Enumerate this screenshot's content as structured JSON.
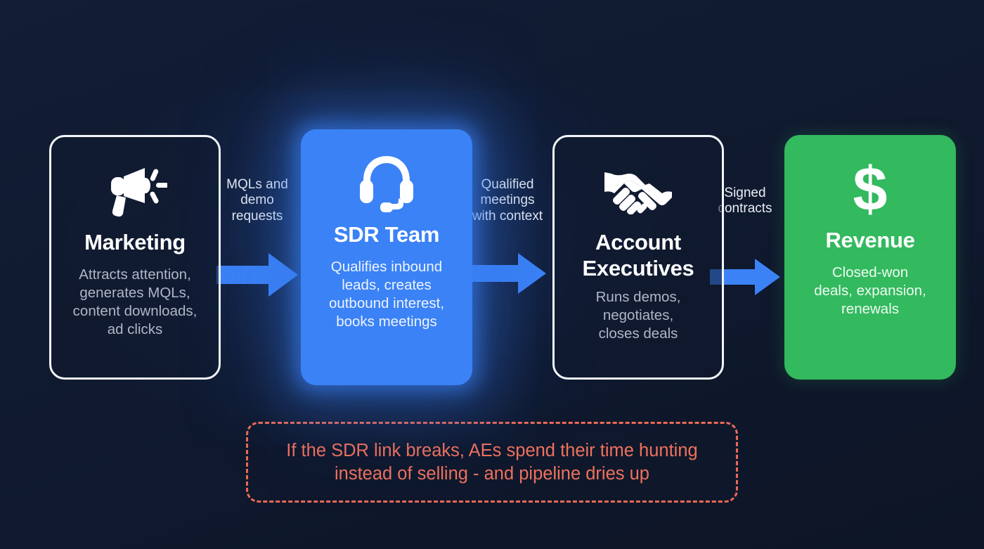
{
  "theme": {
    "background": "#0f1c35",
    "card_outline_border": "#f4f6fa",
    "highlight_blue": "#3b82f6",
    "revenue_green": "#33b95e",
    "arrow_blue": "#3b82f6",
    "warning_salmon": "#ec6a56",
    "title_text": "#ffffff",
    "muted_text": "#aeb7c6"
  },
  "flow": {
    "stages": [
      {
        "id": "marketing",
        "icon": "megaphone-icon",
        "title": "Marketing",
        "description": "Attracts attention,\ngenerates MQLs,\ncontent downloads,\nad clicks",
        "style": "outline"
      },
      {
        "id": "sdr-team",
        "icon": "headset-icon",
        "title": "SDR Team",
        "description": "Qualifies inbound\nleads, creates\noutbound interest,\nbooks meetings",
        "style": "filled-blue"
      },
      {
        "id": "account-executives",
        "icon": "handshake-icon",
        "title": "Account\nExecutives",
        "description": "Runs demos,\nnegotiates,\ncloses deals",
        "style": "outline"
      },
      {
        "id": "revenue",
        "icon": "dollar-sign-icon",
        "title": "Revenue",
        "description": "Closed-won\ndeals, expansion,\nrenewals",
        "style": "filled-green"
      }
    ],
    "connectors": [
      {
        "id": "marketing-to-sdr",
        "label": "MQLs and\ndemo\nrequests",
        "arrow": "arrow-right-icon"
      },
      {
        "id": "sdr-to-ae",
        "label": "Qualified\nmeetings\nwith context",
        "arrow": "arrow-right-icon"
      },
      {
        "id": "ae-to-revenue",
        "label": "Signed\ncontracts",
        "arrow": "arrow-right-icon"
      }
    ]
  },
  "callout": {
    "text": "If the SDR link breaks, AEs spend their time hunting\ninstead of selling - and pipeline dries up"
  }
}
